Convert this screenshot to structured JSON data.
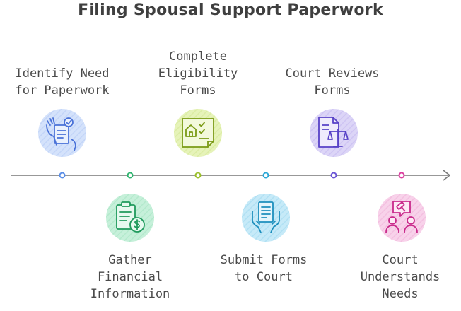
{
  "title": "Filing Spousal Support Paperwork",
  "steps": [
    {
      "label_lines": [
        "Identify Need",
        "for Paperwork"
      ],
      "icon": "document-check-hand-icon",
      "color": "#5b8fe8",
      "bg": "#d4e2fb"
    },
    {
      "label_lines": [
        "Gather",
        "Financial",
        "Information"
      ],
      "icon": "financial-document-icon",
      "color": "#2fb56f",
      "bg": "#c6f0da"
    },
    {
      "label_lines": [
        "Complete",
        "Eligibility",
        "Forms"
      ],
      "icon": "eligibility-form-icon",
      "color": "#9bbf2a",
      "bg": "#e6f3b9"
    },
    {
      "label_lines": [
        "Submit Forms",
        "to Court"
      ],
      "icon": "submit-form-hands-icon",
      "color": "#2ba7d6",
      "bg": "#c6eaf8"
    },
    {
      "label_lines": [
        "Court Reviews",
        "Forms"
      ],
      "icon": "legal-scales-document-icon",
      "color": "#6b56d6",
      "bg": "#dcd5f7"
    },
    {
      "label_lines": [
        "Court",
        "Understands",
        "Needs"
      ],
      "icon": "meeting-gavel-icon",
      "color": "#dc3fa0",
      "bg": "#f8d2ea"
    }
  ]
}
